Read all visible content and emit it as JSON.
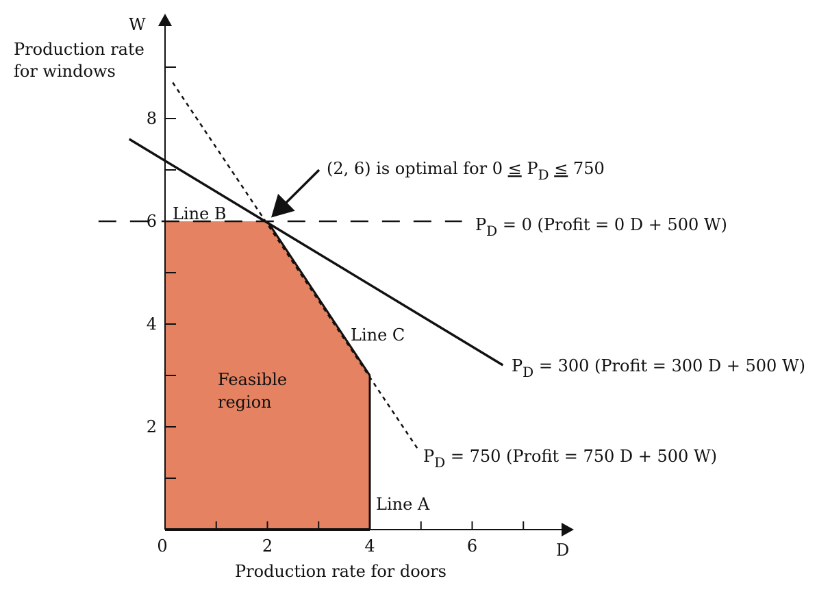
{
  "chart_data": {
    "type": "diagram",
    "x_axis": {
      "var_label": "D",
      "title": "Production rate for doors",
      "ticks": [
        {
          "v": 0,
          "label": "0"
        },
        {
          "v": 1,
          "label": ""
        },
        {
          "v": 2,
          "label": "2"
        },
        {
          "v": 3,
          "label": ""
        },
        {
          "v": 4,
          "label": "4"
        },
        {
          "v": 5,
          "label": ""
        },
        {
          "v": 6,
          "label": "6"
        },
        {
          "v": 7,
          "label": ""
        }
      ]
    },
    "y_axis": {
      "var_label": "W",
      "title_line1": "Production rate",
      "title_line2": "for windows",
      "ticks": [
        {
          "v": 1,
          "label": ""
        },
        {
          "v": 2,
          "label": "2"
        },
        {
          "v": 3,
          "label": ""
        },
        {
          "v": 4,
          "label": "4"
        },
        {
          "v": 5,
          "label": ""
        },
        {
          "v": 6,
          "label": "6"
        },
        {
          "v": 7,
          "label": ""
        },
        {
          "v": 8,
          "label": "8"
        },
        {
          "v": 9,
          "label": ""
        }
      ]
    },
    "feasible_region": {
      "label_line1": "Feasible",
      "label_line2": "region",
      "color": "#E58262",
      "vertices": [
        [
          0,
          0
        ],
        [
          0,
          6
        ],
        [
          2,
          6
        ],
        [
          4,
          3
        ],
        [
          4,
          0
        ]
      ]
    },
    "constraint_labels": {
      "line_a": "Line A",
      "line_b": "Line B",
      "line_c": "Line C"
    },
    "optimal_annotation": {
      "point": [
        2,
        6
      ],
      "text_pre": "(2, 6) is optimal for 0 ",
      "le1": "≤",
      "p": " P",
      "sub": "D",
      "le2": "≤",
      "text_post": " 750"
    },
    "profit_lines": [
      {
        "p": "P",
        "sub": "D",
        "text": " = 0  (Profit = 0 D + 500 W)",
        "style": "long-dash",
        "from": [
          -1.3,
          6
        ],
        "to": [
          5.8,
          6
        ]
      },
      {
        "p": "P",
        "sub": "D",
        "text": " = 300  (Profit = 300 D + 500 W)",
        "style": "solid",
        "from": [
          -0.7,
          7.6
        ],
        "to": [
          6.6,
          3.2
        ]
      },
      {
        "p": "P",
        "sub": "D",
        "text": " = 750  (Profit = 750 D + 500 W)",
        "style": "dotted",
        "from": [
          0.15,
          8.7
        ],
        "to": [
          4.95,
          1.55
        ]
      }
    ]
  }
}
